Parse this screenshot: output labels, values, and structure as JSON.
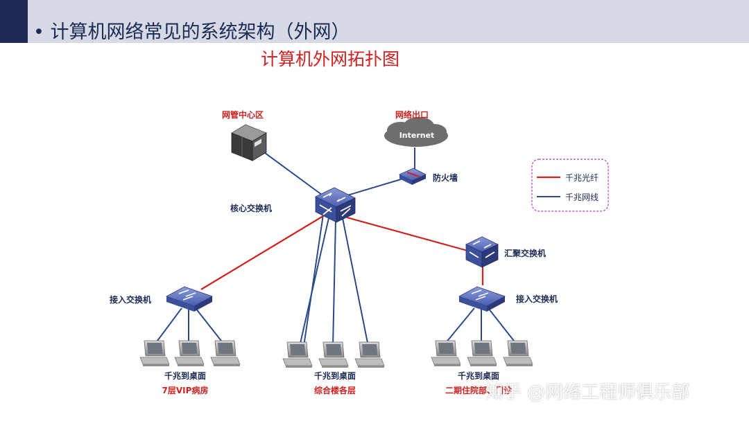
{
  "header": {
    "title": "• 计算机网络常见的系统架构（外网）"
  },
  "diagram": {
    "title": "计算机外网拓扑图",
    "nodes": {
      "nms_zone": "网管中心区",
      "internet_exit": "网络出口",
      "internet_cloud": "Internet",
      "firewall": "防火墙",
      "core_switch": "核心交换机",
      "aggregation_switch": "汇聚交换机",
      "access_switch_left": "接入交换机",
      "access_switch_right": "接入交换机"
    },
    "groups": [
      {
        "line1": "千兆到桌面",
        "line2": "7层VIP病房"
      },
      {
        "line1": "千兆到桌面",
        "line2": "综合楼各层"
      },
      {
        "line1": "千兆到桌面",
        "line2": "二期住院部、门诊"
      }
    ],
    "legend": {
      "fiber": "千兆光纤",
      "cable": "千兆网线",
      "fiber_color": "#d02020",
      "cable_color": "#2a4a8a"
    }
  },
  "watermark": "知乎 @网络工程师俱乐部",
  "colors": {
    "header_bg": "#d6dae5",
    "header_block": "#1c2a55",
    "title_red": "#d02020",
    "switch_blue": "#3c4f9a"
  }
}
